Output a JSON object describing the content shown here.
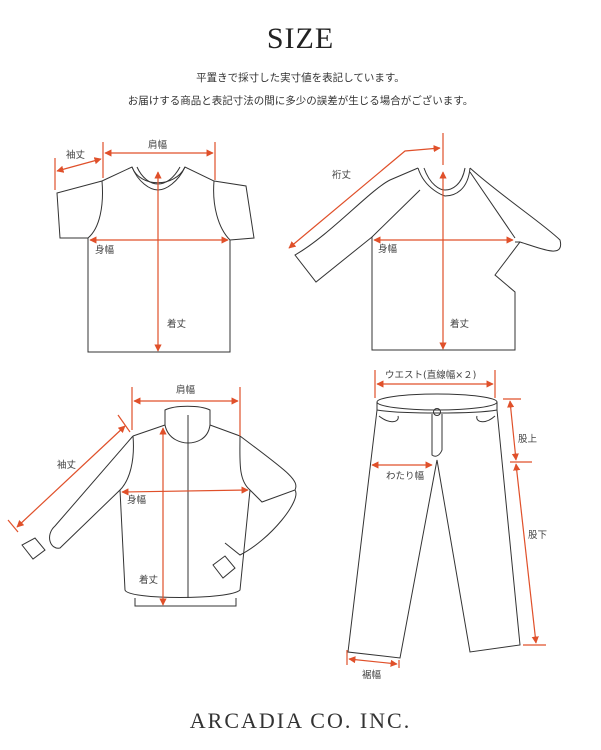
{
  "header": {
    "title": "SIZE",
    "note_line1": "平置きで採寸した実寸値を表記しています。",
    "note_line2": "お届けする商品と表記寸法の間に多少の誤差が生じる場合がございます。"
  },
  "colors": {
    "measure_line": "#e0502a",
    "outline": "#333333",
    "text": "#333333"
  },
  "diagrams": {
    "tshirt": {
      "sleeve_length": "袖丈",
      "shoulder_width": "肩幅",
      "body_width": "身幅",
      "length": "着丈"
    },
    "raglan": {
      "sleeve_length": "裄丈",
      "body_width": "身幅",
      "length": "着丈"
    },
    "jacket": {
      "shoulder_width": "肩幅",
      "sleeve_length": "袖丈",
      "body_width": "身幅",
      "length": "着丈"
    },
    "pants": {
      "waist": "ウエスト(直線幅×２)",
      "rise": "股上",
      "thigh_width": "わたり幅",
      "inseam": "股下",
      "hem_width": "裾幅"
    }
  },
  "footer": {
    "brand": "ARCADIA CO. INC."
  }
}
